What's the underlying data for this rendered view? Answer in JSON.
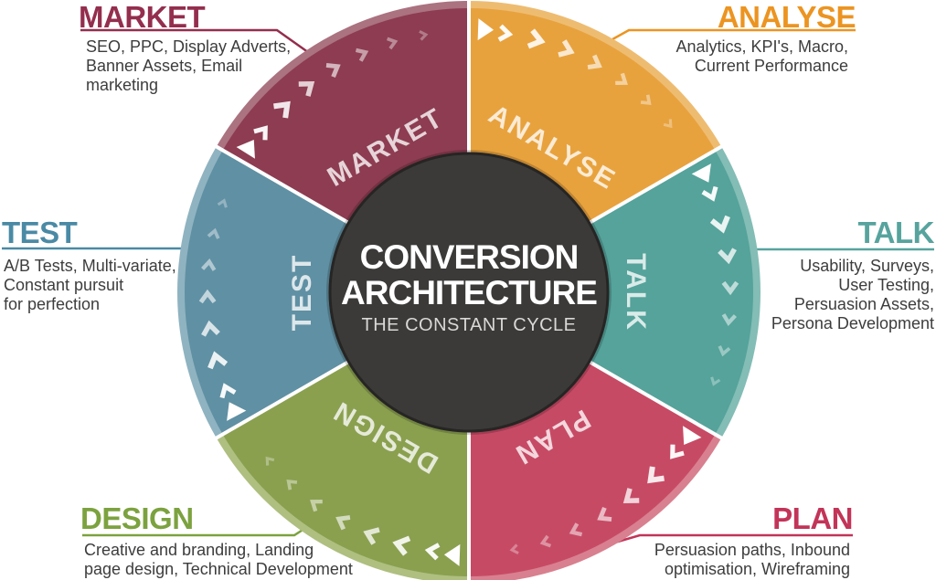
{
  "center": {
    "line1": "CONVERSION",
    "line2": "ARCHITECTURE",
    "subtitle": "THE CONSTANT CYCLE",
    "bg_color": "#3b3a39",
    "text_color": "#ffffff"
  },
  "wheel": {
    "direction": "clockwise",
    "cycle_order": [
      "analyse",
      "talk",
      "plan",
      "design",
      "test",
      "market"
    ],
    "arrow_color": "#ffffff",
    "segments": {
      "analyse": {
        "label": "ANALYSE",
        "start_angle": 0,
        "color": "#e8a23d",
        "rim_color": "#eebc71",
        "heading_color": "#ec9421",
        "description_lines": [
          "Analytics, KPI's, Macro,",
          "Current Performance"
        ]
      },
      "talk": {
        "label": "TALK",
        "start_angle": 60,
        "color": "#55a39b",
        "rim_color": "#83bdb5",
        "heading_color": "#57a39e",
        "description_lines": [
          "Usability, Surveys,",
          "User Testing,",
          "Persuasion Assets,",
          "Persona Development"
        ]
      },
      "plan": {
        "label": "PLAN",
        "start_angle": 120,
        "color": "#c74a65",
        "rim_color": "#d8808f",
        "heading_color": "#c23458",
        "description_lines": [
          "Persuasion paths, Inbound",
          "optimisation, Wireframing"
        ]
      },
      "design": {
        "label": "DESIGN",
        "start_angle": 180,
        "color": "#8aa04f",
        "rim_color": "#aebf80",
        "heading_color": "#7ca23f",
        "description_lines": [
          "Creative and branding, Landing",
          "page design, Technical Development"
        ]
      },
      "test": {
        "label": "TEST",
        "start_angle": 240,
        "color": "#6090a3",
        "rim_color": "#8fb3c0",
        "heading_color": "#4a8aa5",
        "description_lines": [
          "A/B Tests, Multi-variate,",
          "Constant pursuit",
          "for perfection"
        ]
      },
      "market": {
        "label": "MARKET",
        "start_angle": 300,
        "color": "#8d3c51",
        "rim_color": "#ab7280",
        "heading_color": "#942e4e",
        "description_lines": [
          "SEO, PPC, Display Adverts,",
          "Banner Assets, Email",
          "marketing"
        ]
      }
    }
  }
}
